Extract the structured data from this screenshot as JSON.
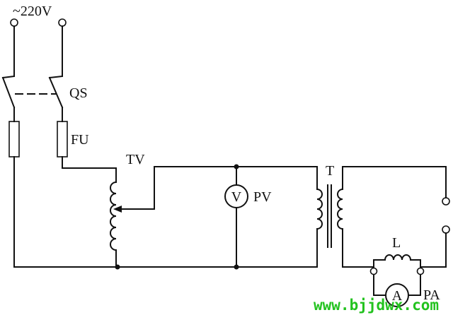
{
  "labels": {
    "supply": "~220V",
    "switch": "QS",
    "fuse": "FU",
    "autotransformer": "TV",
    "voltmeter_symbol": "V",
    "voltmeter": "PV",
    "transformer": "T",
    "inductor": "L",
    "ammeter_symbol": "A",
    "ammeter": "PA"
  },
  "watermark": "www.bjjdwx.com",
  "colors": {
    "line": "#111111",
    "watermark": "#22c21e",
    "background": "#ffffff"
  }
}
